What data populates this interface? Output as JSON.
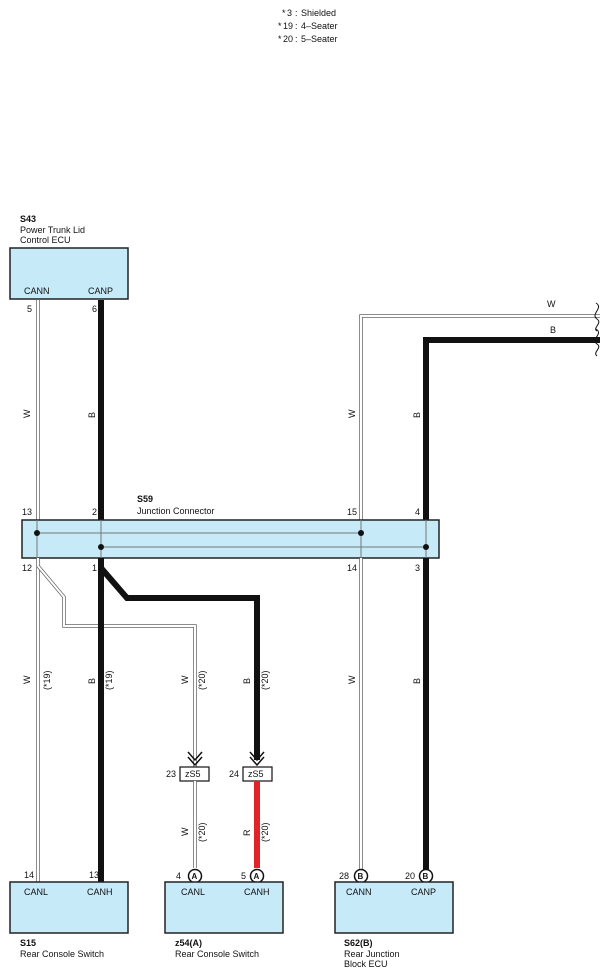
{
  "legend": {
    "items": [
      {
        "mark": "*",
        "num": "3",
        "text": "Shielded"
      },
      {
        "mark": "*",
        "num": "19",
        "text": "4–Seater"
      },
      {
        "mark": "*",
        "num": "20",
        "text": "5–Seater"
      }
    ]
  },
  "components": {
    "s43": {
      "code": "S43",
      "name_line1": "Power Trunk Lid",
      "name_line2": "Control ECU",
      "pins": [
        {
          "num": "5",
          "label": "CANN"
        },
        {
          "num": "6",
          "label": "CANP"
        }
      ]
    },
    "s59": {
      "code": "S59",
      "name": "Junction Connector",
      "pins_top": [
        "13",
        "2",
        "15",
        "4"
      ],
      "pins_bottom": [
        "12",
        "1",
        "14",
        "3"
      ]
    },
    "s15": {
      "code": "S15",
      "name": "Rear Console Switch",
      "pins": [
        {
          "num": "14",
          "label": "CANL"
        },
        {
          "num": "13",
          "label": "CANH"
        }
      ]
    },
    "z54": {
      "code": "z54(A)",
      "name": "Rear Console Switch",
      "pins": [
        {
          "num": "4",
          "label": "CANL",
          "circle": "A"
        },
        {
          "num": "5",
          "label": "CANH",
          "circle": "A"
        }
      ]
    },
    "s62": {
      "code": "S62(B)",
      "name_line1": "Rear Junction",
      "name_line2": "Block ECU",
      "pins": [
        {
          "num": "28",
          "label": "CANN",
          "circle": "B"
        },
        {
          "num": "20",
          "label": "CANP",
          "circle": "B"
        }
      ]
    },
    "zs5": {
      "label": "zS5",
      "pin_left": "23",
      "pin_right": "24"
    }
  },
  "wire_labels": {
    "w": "W",
    "b": "B",
    "r": "R",
    "note19": "(*19)",
    "note20": "(*20)"
  },
  "colors": {
    "box_fill": "#c7eaf8",
    "black_wire": "#111111",
    "red_wire": "#e0242a",
    "white_wire_outline": "#666666"
  }
}
